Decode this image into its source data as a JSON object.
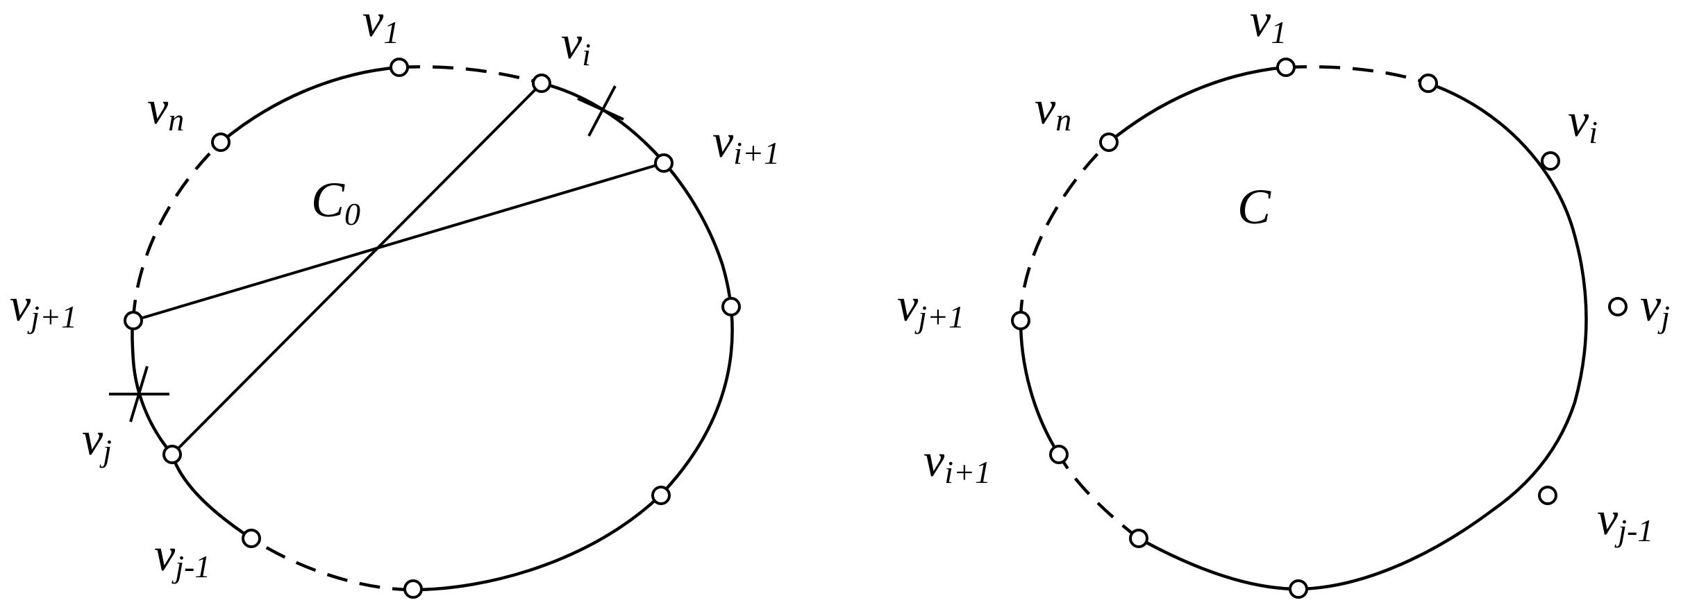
{
  "left_diagram": {
    "cycle_label": {
      "main": "C",
      "sub": "0"
    },
    "vertices": {
      "v1": {
        "main": "v",
        "sub": "1"
      },
      "vi": {
        "main": "v",
        "sub": "i"
      },
      "vi1": {
        "main": "v",
        "sub": "i+1"
      },
      "vn": {
        "main": "v",
        "sub": "n"
      },
      "vj1": {
        "main": "v",
        "sub": "j+1"
      },
      "vj": {
        "main": "v",
        "sub": "j"
      },
      "vjm1": {
        "main": "v",
        "sub": "j-1"
      }
    }
  },
  "right_diagram": {
    "cycle_label": {
      "main": "C",
      "sub": ""
    },
    "vertices": {
      "v1": {
        "main": "v",
        "sub": "1"
      },
      "vn": {
        "main": "v",
        "sub": "n"
      },
      "vi": {
        "main": "v",
        "sub": "i"
      },
      "vj1": {
        "main": "v",
        "sub": "j+1"
      },
      "vj": {
        "main": "v",
        "sub": "j"
      },
      "vi1": {
        "main": "v",
        "sub": "i+1"
      },
      "vjm1": {
        "main": "v",
        "sub": "j-1"
      }
    }
  }
}
